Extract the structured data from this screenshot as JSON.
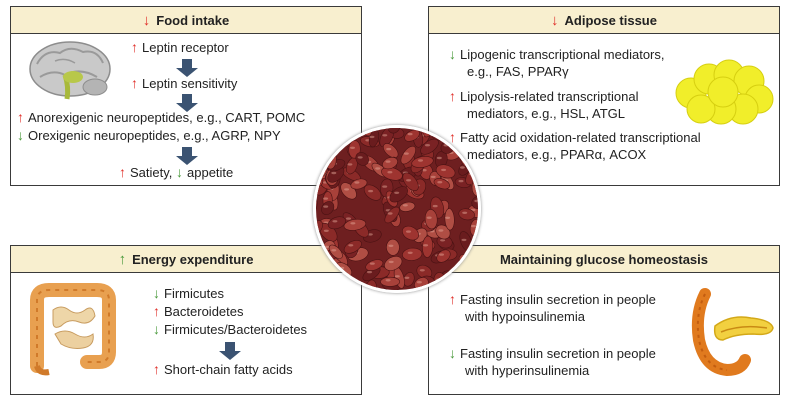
{
  "colors": {
    "header_bg": "#f8efcf",
    "border": "#3a3a3a",
    "up_arrow": "#e0302a",
    "down_arrow": "#4a9a3c",
    "flow_arrow": "#3b5372"
  },
  "food_intake": {
    "header": {
      "arrow": "↓",
      "title": "Food intake"
    },
    "lines": [
      {
        "arrow": "↑",
        "text": "Leptin receptor"
      },
      {
        "arrow": "↑",
        "text": "Leptin sensitivity"
      },
      {
        "arrow": "↑",
        "text": "Anorexigenic neuropeptides, e.g., CART, POMC"
      },
      {
        "arrow": "↓",
        "text": "Orexigenic neuropeptides, e.g., AGRP, NPY"
      }
    ],
    "final": {
      "arrow1": "↑",
      "text1": "Satiety,",
      "arrow2": "↓",
      "text2": "appetite"
    },
    "icon": "brain-icon"
  },
  "adipose_tissue": {
    "header": {
      "arrow": "↓",
      "title": "Adipose tissue"
    },
    "lines": [
      {
        "arrow": "↓",
        "text": "Lipogenic transcriptional mediators,",
        "cont": "e.g., FAS, PPARγ"
      },
      {
        "arrow": "↑",
        "text": "Lipolysis-related transcriptional",
        "cont": "mediators, e.g., HSL, ATGL"
      },
      {
        "arrow": "↑",
        "text": "Fatty acid oxidation-related transcriptional",
        "cont": "mediators, e.g., PPARα, ACOX"
      }
    ],
    "icon": "fat-cells-icon"
  },
  "energy_expenditure": {
    "header": {
      "arrow": "↑",
      "title": "Energy expenditure"
    },
    "lines": [
      {
        "arrow": "↓",
        "text": "Firmicutes"
      },
      {
        "arrow": "↑",
        "text": "Bacteroidetes"
      },
      {
        "arrow": "↓",
        "text": "Firmicutes/Bacteroidetes"
      },
      {
        "arrow": "↑",
        "text": "Short-chain fatty acids"
      }
    ],
    "icon": "intestine-icon"
  },
  "glucose": {
    "header": {
      "title": "Maintaining glucose homeostasis"
    },
    "lines": [
      {
        "arrow": "↑",
        "text": "Fasting insulin secretion in people",
        "cont": "with hypoinsulinemia"
      },
      {
        "arrow": "↓",
        "text": "Fasting insulin secretion in people",
        "cont": "with hyperinsulinemia"
      }
    ],
    "icon": "pancreas-icon"
  },
  "center_image": "adzuki-beans-image"
}
